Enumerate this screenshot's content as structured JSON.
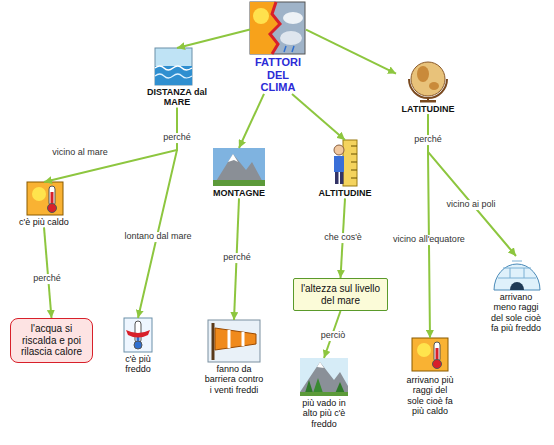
{
  "diagram": {
    "nodes": [
      {
        "text": [
          "FATTORI DEL CLIMA"
        ]
      },
      {
        "text": [
          "DISTANZA dal MARE"
        ]
      },
      {
        "text": [
          "MONTAGNE"
        ]
      },
      {
        "text": [
          "ALTITUDINE"
        ]
      },
      {
        "text": [
          "LATITUDINE"
        ]
      },
      {
        "text": [
          "c'è più caldo"
        ]
      },
      {
        "text": [
          "l'acqua si riscalda e poi rilascia calore"
        ]
      },
      {
        "text": [
          "c'è più freddo"
        ]
      },
      {
        "text": [
          "fanno da barriera contro i venti freddi"
        ]
      },
      {
        "text": [
          "l'altezza sul livello del mare"
        ]
      },
      {
        "text": [
          "più vado in alto più c'è freddo"
        ]
      },
      {
        "text": [
          "arrivano più raggi del sole cioè fa più caldo"
        ]
      },
      {
        "text": [
          "arrivano meno raggi del sole cioè fa più freddo"
        ]
      }
    ],
    "edges": [
      {
        "from": 0,
        "to": 1,
        "arrow": "to"
      },
      {
        "from": 0,
        "to": 2,
        "arrow": "to"
      },
      {
        "from": 0,
        "to": 3,
        "arrow": "to"
      },
      {
        "from": 0,
        "to": 4,
        "arrow": "to"
      },
      {
        "from": 1,
        "to": 5,
        "label": "vicino al mare",
        "arrow": "to"
      },
      {
        "from": 1,
        "to": 7,
        "label": "lontano dal mare",
        "arrow": "to"
      },
      {
        "from": 5,
        "to": 6,
        "label": "perché",
        "arrow": "to"
      },
      {
        "from": 2,
        "to": 8,
        "label": "perché",
        "arrow": "to"
      },
      {
        "from": 3,
        "to": 9,
        "label": "che cos'è",
        "arrow": "to"
      },
      {
        "from": 9,
        "to": 10,
        "label": "perciò",
        "arrow": "to"
      },
      {
        "from": 4,
        "to": 11,
        "label": "vicino all'equatore",
        "arrow": "to"
      },
      {
        "from": 4,
        "to": 12,
        "label": "vicino ai poli",
        "arrow": "to"
      }
    ],
    "labels": [
      "perché",
      "perché"
    ]
  }
}
